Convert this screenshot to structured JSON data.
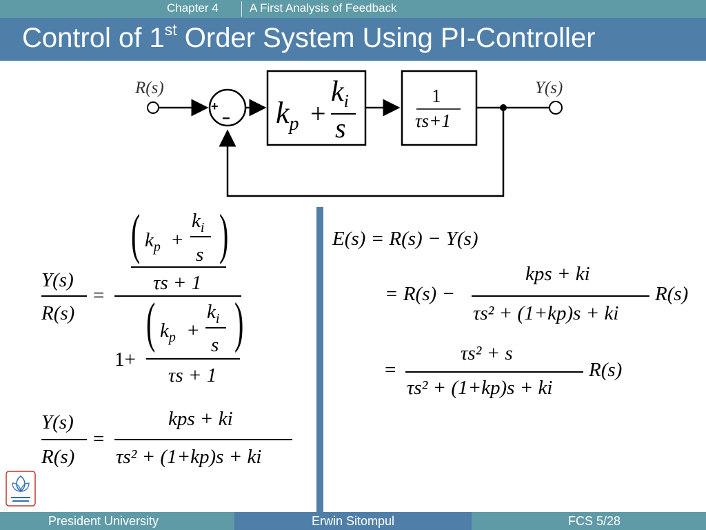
{
  "header": {
    "chapter": "Chapter 4",
    "subject": "A First Analysis of Feedback",
    "title_pre": "Control of 1",
    "title_sup": "st",
    "title_post": " Order System Using PI-Controller"
  },
  "diagram": {
    "input": "R(s)",
    "output": "Y(s)",
    "plus": "+",
    "minus": "−",
    "controller": {
      "kp": "k",
      "kp_sub": "p",
      "plus": "+",
      "ki": "k",
      "ki_sub": "i",
      "s": "s"
    },
    "plant": {
      "num": "1",
      "den": "τs+1"
    }
  },
  "left_eq": {
    "lhs_num": "Y(s)",
    "lhs_den": "R(s)",
    "eq": "=",
    "paren_kp": "k",
    "paren_kp_sub": "p",
    "paren_plus": "+",
    "paren_ki": "k",
    "paren_ki_sub": "i",
    "paren_s": "s",
    "tau_s1": "τs + 1",
    "one_plus": "1+"
  },
  "left_eq2": {
    "lhs_num": "Y(s)",
    "lhs_den": "R(s)",
    "eq": "=",
    "num": "kps + ki",
    "den": "τs² + (1+kp)s + ki"
  },
  "right_eq": {
    "line1": "E(s) = R(s) − Y(s)",
    "line2_pre": "= R(s) −",
    "line2_num": "kps + ki",
    "line2_den": "τs² + (1+kp)s + ki",
    "line2_post": "R(s)",
    "line3_pre": "=",
    "line3_num": "τs² + s",
    "line3_den": "τs² + (1+kp)s + ki",
    "line3_post": "R(s)"
  },
  "footer": {
    "left": "President University",
    "center": "Erwin Sitompul",
    "right": "FCS 5/28"
  },
  "colors": {
    "topbar": "#5f9aa7",
    "titlebar": "#4f7fa8",
    "divider": "#4f7fa8"
  }
}
